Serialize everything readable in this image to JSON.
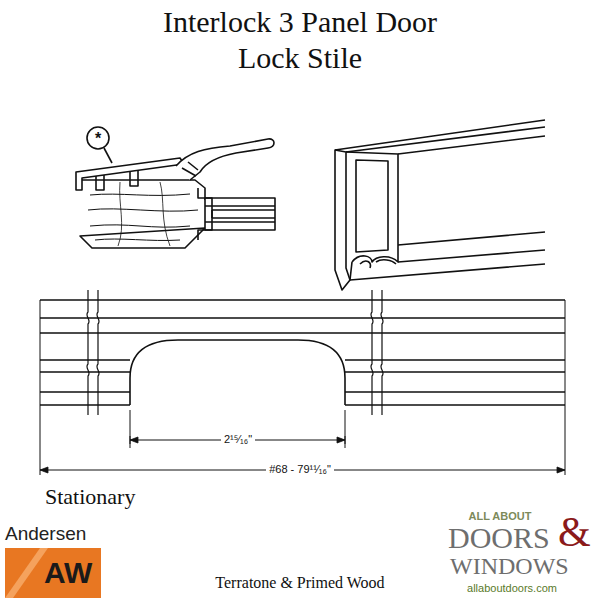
{
  "diagram": {
    "title": "Interlock 3 Panel Door Lock Stile",
    "labels": [
      "*",
      "2¹⁵⁄₁₆\"",
      "#68 - 79¹¹⁄₁₆\"",
      "Stationary",
      "Andersen",
      "AW",
      "ALL ABOUT",
      "DOORS",
      "&",
      "WINDOWS",
      "allaboutdoors.com",
      "Terratone & Primed Wood"
    ]
  }
}
